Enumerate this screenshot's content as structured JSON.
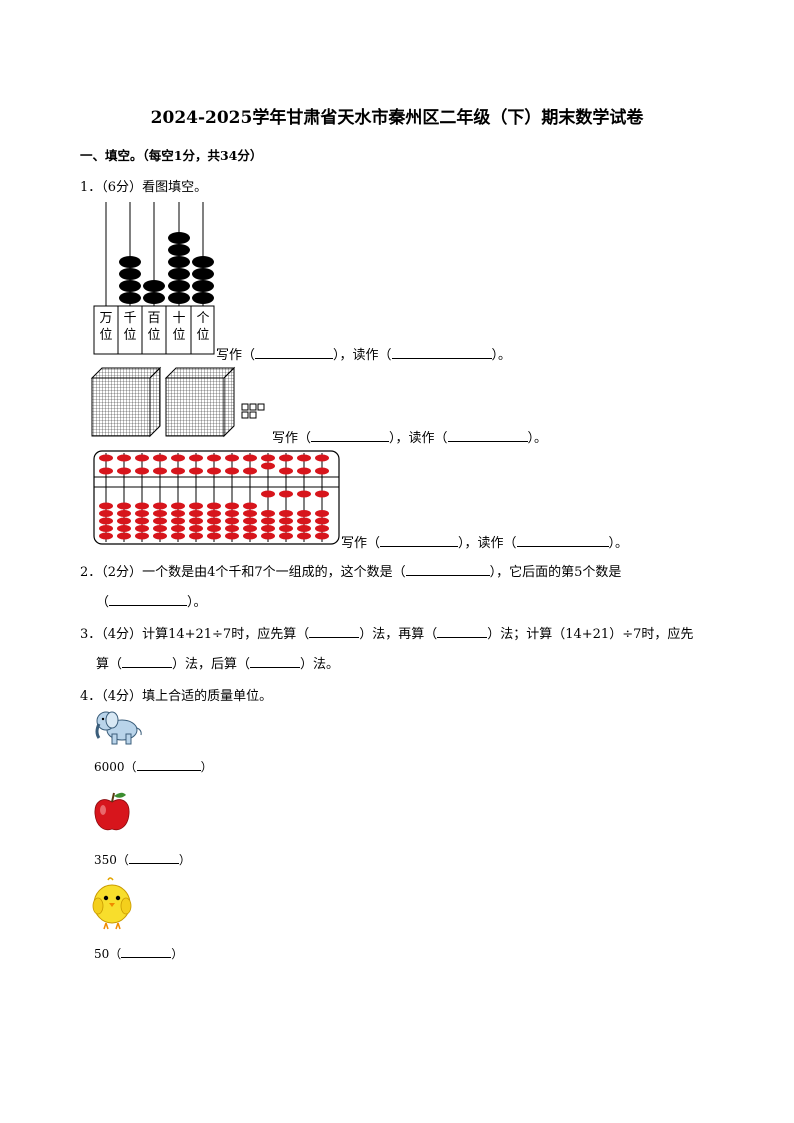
{
  "title": "2024-2025学年甘肃省天水市秦州区二年级（下）期末数学试卷",
  "section1": {
    "heading": "一、填空。（每空1分，共34分）",
    "q1": {
      "number": "1．",
      "score": "（6分）",
      "text": "看图填空。",
      "place_labels": [
        [
          "万",
          "位"
        ],
        [
          "千",
          "位"
        ],
        [
          "百",
          "位"
        ],
        [
          "十",
          "位"
        ],
        [
          "个",
          "位"
        ]
      ],
      "abacus_beads": [
        0,
        4,
        2,
        6,
        4
      ],
      "blocks": {
        "thousands": 2,
        "ones": 5
      },
      "row_write": "写作（",
      "row_read": "），读作（",
      "row_end": "）。"
    },
    "q2": {
      "number": "2．",
      "score": "（2分）",
      "text_a": "一个数是由4个千和7个一组成的，这个数是（",
      "text_b": "），它后面的第5个数是",
      "text_c": "（",
      "text_d": "）。"
    },
    "q3": {
      "number": "3．",
      "score": "（4分）",
      "text_a": "计算14+21÷7时，应先算（",
      "text_b": "）法，再算（",
      "text_c": "）法；计算（14+21）÷7时，应先",
      "text_d": "算（",
      "text_e": "）法，后算（",
      "text_f": "）法。"
    },
    "q4": {
      "number": "4．",
      "score": "（4分）",
      "text": "填上合适的质量单位。",
      "items": [
        {
          "icon": "elephant-icon",
          "value": "6000",
          "open": "（",
          "close": "）"
        },
        {
          "icon": "apple-icon",
          "value": "350",
          "open": "（",
          "close": "）"
        },
        {
          "icon": "chick-icon",
          "value": "50",
          "open": "（",
          "close": "）"
        }
      ]
    }
  }
}
